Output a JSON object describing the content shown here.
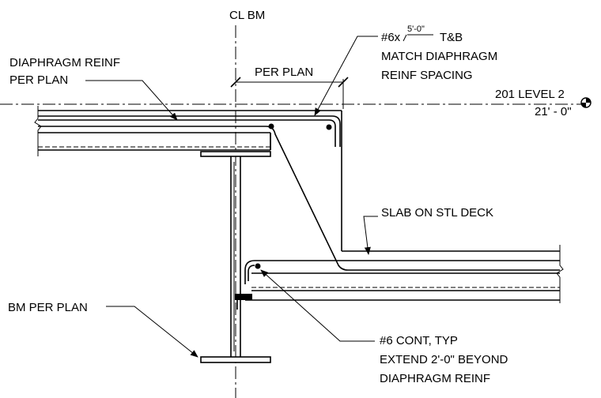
{
  "labels": {
    "centerline": "CL BM",
    "diaphragm_line1": "DIAPHRAGM REINF",
    "diaphragm_line2": "PER PLAN",
    "per_plan": "PER PLAN",
    "bar_prefix": "#6x",
    "bar_length": "5'-0\"",
    "bar_suffix": "T&B",
    "match_line1": "MATCH DIAPHRAGM",
    "match_line2": "REINF SPACING",
    "level_name": "201 LEVEL 2",
    "level_elev": "21' - 0\"",
    "slab": "SLAB ON STL DECK",
    "beam": "BM PER PLAN",
    "cont_line1": "#6 CONT, TYP",
    "cont_line2": "EXTEND 2'-0\" BEYOND",
    "cont_line3": "DIAPHRAGM REINF"
  }
}
